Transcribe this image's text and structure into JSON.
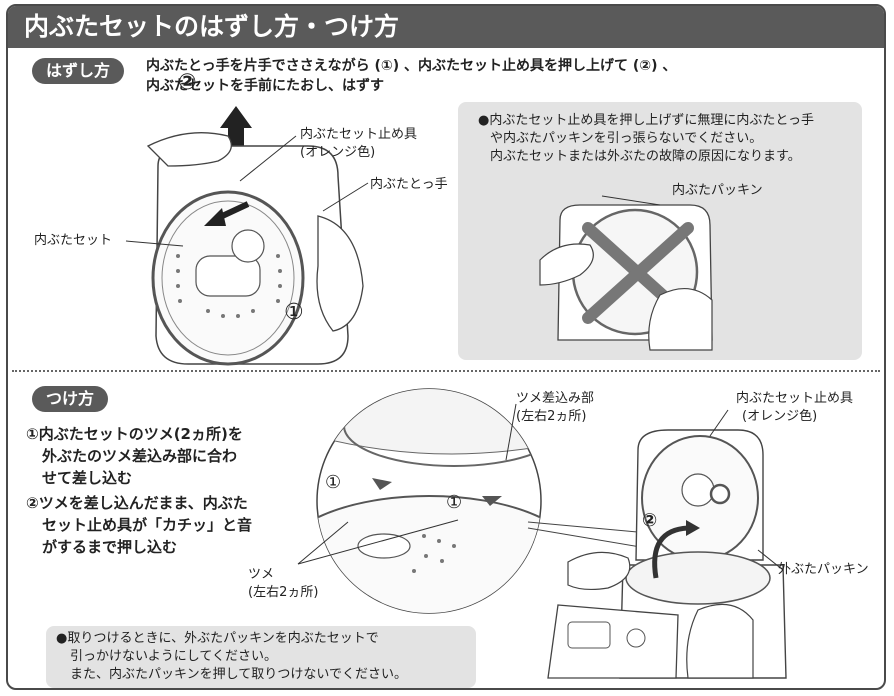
{
  "title": "内ぶたセットのはずし方・つけ方",
  "remove": {
    "label": "はずし方",
    "instruction_line1": "内ぶたとっ手を片手でささえながら (①) 、内ぶたセット止め具を押し上げて (②) 、",
    "instruction_line2": "内ぶたセットを手前にたおし、はずす",
    "callout_stopper_1": "内ぶたセット止め具",
    "callout_stopper_2": "(オレンジ色)",
    "callout_handle": "内ぶたとっ手",
    "callout_set": "内ぶたセット",
    "step2_mark": "②",
    "step1_mark": "①",
    "warning_line1": "●内ぶたセット止め具を押し上げずに無理に内ぶたとっ手",
    "warning_line2": "や内ぶたパッキンを引っ張らないでください。",
    "warning_line3": "内ぶたセットまたは外ぶたの故障の原因になります。",
    "callout_packing": "内ぶたパッキン"
  },
  "attach": {
    "label": "つけ方",
    "step1_line1": "①内ぶたセットのツメ(2ヵ所)を",
    "step1_line2": "外ぶたのツメ差込み部に合わ",
    "step1_line3": "せて差し込む",
    "step2_line1": "②ツメを差し込んだまま、内ぶた",
    "step2_line2": "セット止め具が「カチッ」と音",
    "step2_line3": "がするまで押し込む",
    "callout_slot_1": "ツメ差込み部",
    "callout_slot_2": "(左右2ヵ所)",
    "callout_claw_1": "ツメ",
    "callout_claw_2": "(左右2ヵ所)",
    "callout_stopper_1": "内ぶたセット止め具",
    "callout_stopper_2": "(オレンジ色)",
    "callout_outer_packing": "外ぶたパッキン",
    "mark1a": "①",
    "mark1b": "①",
    "mark2": "②",
    "note_line1": "●取りつけるときに、外ぶたパッキンを内ぶたセットで",
    "note_line2": "引っかけないようにしてください。",
    "note_line3": "また、内ぶたパッキンを押して取りつけないでください。"
  }
}
